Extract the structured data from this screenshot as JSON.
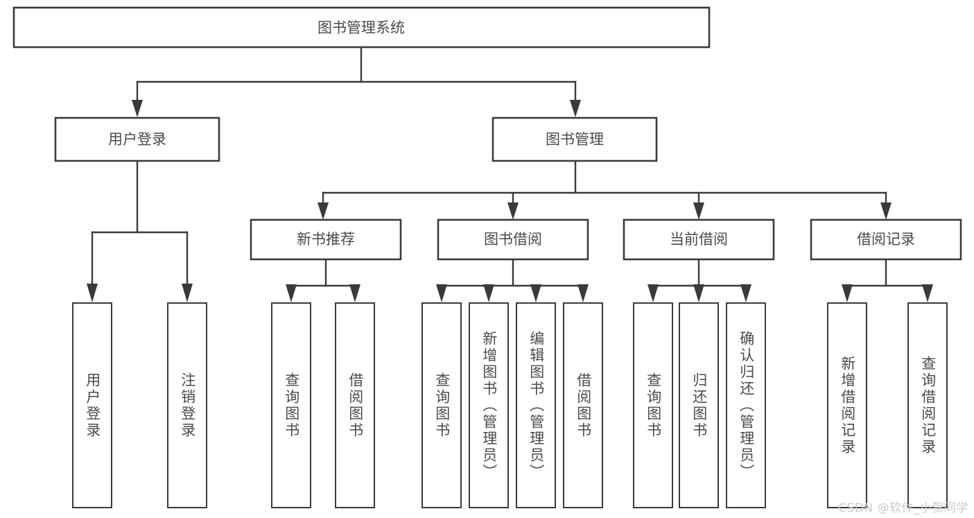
{
  "diagram": {
    "type": "tree-hierarchy",
    "title": "图书管理系统",
    "orientation": "top-down",
    "colors": {
      "box_stroke": "#3a3a3a",
      "box_fill": "#ffffff",
      "text": "#4a4a4a",
      "connector": "#3a3a3a",
      "watermark": "#c9c9c9",
      "background": "#ffffff"
    },
    "root": {
      "label": "图书管理系统"
    },
    "level2": [
      {
        "label": "用户登录"
      },
      {
        "label": "图书管理"
      }
    ],
    "level3": [
      {
        "label": "新书推荐"
      },
      {
        "label": "图书借阅"
      },
      {
        "label": "当前借阅"
      },
      {
        "label": "借阅记录"
      }
    ],
    "leaves": {
      "user_login": [
        {
          "label": "用户登录"
        },
        {
          "label": "注销登录"
        }
      ],
      "new_book_recommend": [
        {
          "label": "查询图书"
        },
        {
          "label": "借阅图书"
        }
      ],
      "book_borrow": [
        {
          "label": "查询图书"
        },
        {
          "label": "新增图书（管理员）"
        },
        {
          "label": "编辑图书（管理员）"
        },
        {
          "label": "借阅图书"
        }
      ],
      "current_borrow": [
        {
          "label": "查询图书"
        },
        {
          "label": "归还图书"
        },
        {
          "label": "确认归还（管理员）"
        }
      ],
      "borrow_record": [
        {
          "label": "新增借阅记录"
        },
        {
          "label": "查询借阅记录"
        }
      ]
    }
  },
  "watermark": {
    "text": "CSDN @软件_小贺同学"
  }
}
